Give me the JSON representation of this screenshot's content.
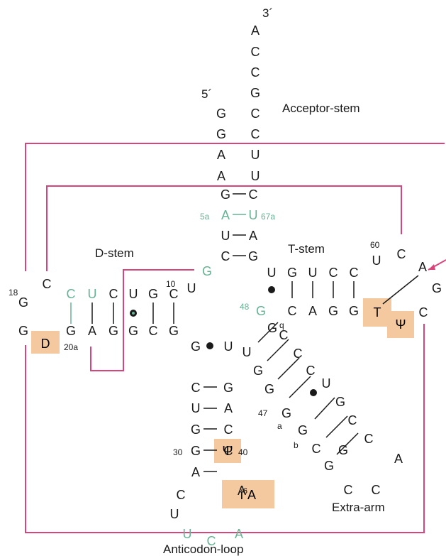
{
  "colors": {
    "black": "#1a1a1a",
    "green": "#66b394",
    "pink": "#d9457a",
    "highlight": "#f4c9a0"
  },
  "labels": {
    "three_prime": "3´",
    "five_prime": "5´",
    "acceptor_stem": "Acceptor-stem",
    "d_stem": "D-stem",
    "t_stem": "T-stem",
    "extra_arm": "Extra-arm",
    "anticodon_loop": "Anticodon-loop"
  },
  "numbers": {
    "n18": "18",
    "n10": "10",
    "n20a": "20a",
    "n5a": "5a",
    "n67a": "67a",
    "n60": "60",
    "n48": "48",
    "n47": "47",
    "n30": "30",
    "n40": "40",
    "na": "a",
    "nb": "b",
    "nq": "q"
  },
  "modified": {
    "D": "D",
    "T": "T",
    "psi_T": "Ψ",
    "psi_anticodon": "Ψ",
    "i6A_base": "i",
    "i6A_sup": "6",
    "i6A_suffix": "A"
  },
  "nucleotides": [
    {
      "id": "acc3-1",
      "base": "A",
      "color": "black"
    },
    {
      "id": "acc3-2",
      "base": "C",
      "color": "black"
    },
    {
      "id": "acc3-3",
      "base": "C",
      "color": "black"
    },
    {
      "id": "acc3-4",
      "base": "G",
      "color": "black"
    },
    {
      "id": "acc3-5",
      "base": "C",
      "color": "black"
    },
    {
      "id": "acc3-6",
      "base": "C",
      "color": "black"
    },
    {
      "id": "acc3-7",
      "base": "U",
      "color": "black"
    },
    {
      "id": "acc3-8",
      "base": "U",
      "color": "black"
    },
    {
      "id": "acc3-9",
      "base": "C",
      "color": "black"
    },
    {
      "id": "acc3-10",
      "base": "U",
      "color": "green"
    },
    {
      "id": "acc3-11",
      "base": "A",
      "color": "black"
    },
    {
      "id": "acc3-12",
      "base": "G",
      "color": "black"
    },
    {
      "id": "acc5-1",
      "base": "G",
      "color": "black"
    },
    {
      "id": "acc5-2",
      "base": "G",
      "color": "black"
    },
    {
      "id": "acc5-3",
      "base": "A",
      "color": "black"
    },
    {
      "id": "acc5-4",
      "base": "A",
      "color": "black"
    },
    {
      "id": "acc5-5",
      "base": "G",
      "color": "black"
    },
    {
      "id": "acc5-6",
      "base": "A",
      "color": "green"
    },
    {
      "id": "acc5-7",
      "base": "U",
      "color": "black"
    },
    {
      "id": "acc5-8",
      "base": "C",
      "color": "black"
    },
    {
      "id": "g-link",
      "base": "G",
      "color": "green"
    },
    {
      "id": "d-top-1",
      "base": "C",
      "color": "green"
    },
    {
      "id": "d-top-2",
      "base": "U",
      "color": "green"
    },
    {
      "id": "d-top-3",
      "base": "C",
      "color": "black"
    },
    {
      "id": "d-top-4",
      "base": "U",
      "color": "black"
    },
    {
      "id": "d-top-5",
      "base": "G",
      "color": "black"
    },
    {
      "id": "d-top-6",
      "base": "C",
      "color": "black"
    },
    {
      "id": "d-top-7",
      "base": "U",
      "color": "black"
    },
    {
      "id": "d-bot-1",
      "base": "G",
      "color": "black"
    },
    {
      "id": "d-bot-2",
      "base": "A",
      "color": "black"
    },
    {
      "id": "d-bot-3",
      "base": "G",
      "color": "black"
    },
    {
      "id": "d-bot-4",
      "base": "G",
      "color": "black"
    },
    {
      "id": "d-bot-5",
      "base": "C",
      "color": "black"
    },
    {
      "id": "d-bot-6",
      "base": "G",
      "color": "black"
    },
    {
      "id": "d-loop-18",
      "base": "G",
      "color": "black"
    },
    {
      "id": "d-loop-c",
      "base": "C",
      "color": "black"
    },
    {
      "id": "d-loop-g",
      "base": "G",
      "color": "black"
    },
    {
      "id": "t-top-1",
      "base": "U",
      "color": "black"
    },
    {
      "id": "t-top-2",
      "base": "G",
      "color": "black"
    },
    {
      "id": "t-top-3",
      "base": "U",
      "color": "black"
    },
    {
      "id": "t-top-4",
      "base": "C",
      "color": "black"
    },
    {
      "id": "t-top-5",
      "base": "C",
      "color": "black"
    },
    {
      "id": "t-bot-1",
      "base": "C",
      "color": "black"
    },
    {
      "id": "t-bot-2",
      "base": "A",
      "color": "black"
    },
    {
      "id": "t-bot-3",
      "base": "G",
      "color": "black"
    },
    {
      "id": "t-bot-4",
      "base": "G",
      "color": "black"
    },
    {
      "id": "t-48",
      "base": "G",
      "color": "green"
    },
    {
      "id": "t-loop-u",
      "base": "U",
      "color": "black"
    },
    {
      "id": "t-loop-c1",
      "base": "C",
      "color": "black"
    },
    {
      "id": "t-loop-a",
      "base": "A",
      "color": "black"
    },
    {
      "id": "t-loop-g",
      "base": "G",
      "color": "black"
    },
    {
      "id": "t-loop-c2",
      "base": "C",
      "color": "black"
    },
    {
      "id": "j-g",
      "base": "G",
      "color": "black"
    },
    {
      "id": "ac-l1",
      "base": "G",
      "color": "black"
    },
    {
      "id": "ac-l2",
      "base": "C",
      "color": "black"
    },
    {
      "id": "ac-l3",
      "base": "U",
      "color": "black"
    },
    {
      "id": "ac-l4",
      "base": "G",
      "color": "black"
    },
    {
      "id": "ac-l5",
      "base": "G",
      "color": "black"
    },
    {
      "id": "ac-l6",
      "base": "A",
      "color": "black"
    },
    {
      "id": "ac-r1",
      "base": "U",
      "color": "black"
    },
    {
      "id": "ac-r2",
      "base": "G",
      "color": "black"
    },
    {
      "id": "ac-r3",
      "base": "A",
      "color": "black"
    },
    {
      "id": "ac-r4",
      "base": "C",
      "color": "black"
    },
    {
      "id": "ac-r5",
      "base": "C",
      "color": "black"
    },
    {
      "id": "ac-loop-c",
      "base": "C",
      "color": "black"
    },
    {
      "id": "ac-loop-u",
      "base": "U",
      "color": "black"
    },
    {
      "id": "ac-loop-u2",
      "base": "U",
      "color": "green"
    },
    {
      "id": "ac-loop-c2",
      "base": "C",
      "color": "green"
    },
    {
      "id": "ac-loop-a2",
      "base": "A",
      "color": "green"
    },
    {
      "id": "ac-loop-a",
      "base": "A",
      "color": "black"
    },
    {
      "id": "ex-u",
      "base": "U",
      "color": "black"
    },
    {
      "id": "ex-c1",
      "base": "C",
      "color": "black"
    },
    {
      "id": "ex-c2",
      "base": "C",
      "color": "black"
    },
    {
      "id": "ex-c3",
      "base": "C",
      "color": "black"
    },
    {
      "id": "ex-g1",
      "base": "G",
      "color": "black"
    },
    {
      "id": "ex-g2",
      "base": "G",
      "color": "black"
    },
    {
      "id": "ex-g3",
      "base": "G",
      "color": "black"
    },
    {
      "id": "ex-u2",
      "base": "U",
      "color": "black"
    },
    {
      "id": "ex-g4",
      "base": "G",
      "color": "black"
    },
    {
      "id": "ex-g5",
      "base": "G",
      "color": "black"
    },
    {
      "id": "ex-c4",
      "base": "C",
      "color": "black"
    },
    {
      "id": "ex-c5",
      "base": "C",
      "color": "black"
    },
    {
      "id": "ex-g6",
      "base": "G",
      "color": "black"
    },
    {
      "id": "ex-c6",
      "base": "C",
      "color": "black"
    },
    {
      "id": "ex-g7",
      "base": "G",
      "color": "black"
    },
    {
      "id": "ex-a",
      "base": "A",
      "color": "black"
    },
    {
      "id": "ex-c7",
      "base": "C",
      "color": "black"
    },
    {
      "id": "ex-c8",
      "base": "C",
      "color": "black"
    }
  ]
}
